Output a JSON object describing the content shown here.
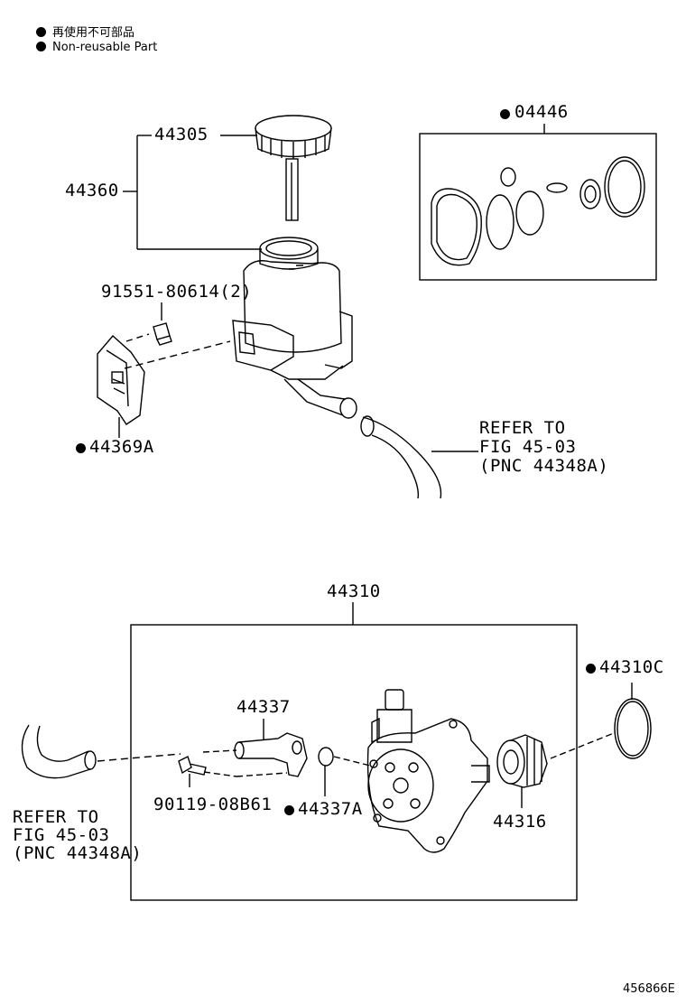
{
  "legend": {
    "items": [
      {
        "text": "再使用不可部品"
      },
      {
        "text": "Non-reusable Part"
      }
    ]
  },
  "labels": {
    "l44305": "44305",
    "l44360": "44360",
    "l04446": "04446",
    "l91551": "91551-80614(2)",
    "l44369a": "44369A",
    "refer_top": {
      "line1": "REFER TO",
      "line2": "FIG 45-03",
      "line3": "(PNC 44348A)"
    },
    "l44310": "44310",
    "l44310c": "44310C",
    "l44337": "44337",
    "l90119": "90119-08B61",
    "l44337a": "44337A",
    "l44316": "44316",
    "refer_bottom": {
      "line1": "REFER TO",
      "line2": "FIG 45-03",
      "line3": "(PNC 44348A)"
    }
  },
  "figure_id": "456866E"
}
